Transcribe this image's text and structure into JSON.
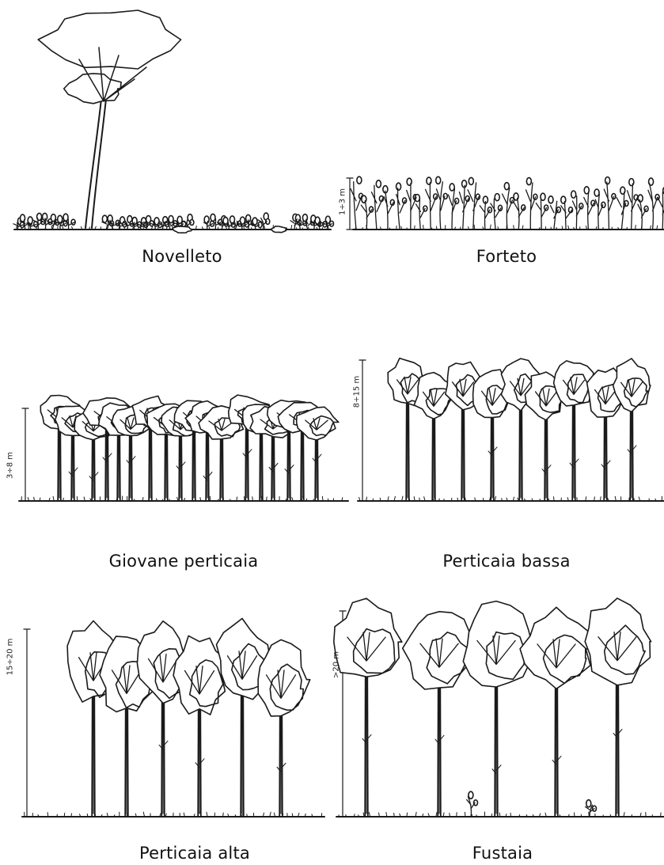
{
  "panels": [
    {
      "id": "novelleto",
      "caption": "Novelleto",
      "height_label": ""
    },
    {
      "id": "forteto",
      "caption": "Forteto",
      "height_label": "1÷3 m"
    },
    {
      "id": "giovane-perticaia",
      "caption": "Giovane perticaia",
      "height_label": "3÷8 m"
    },
    {
      "id": "perticaia-bassa",
      "caption": "Perticaia bassa",
      "height_label": "8÷15 m"
    },
    {
      "id": "perticaia-alta",
      "caption": "Perticaia alta",
      "height_label": "15÷20 m"
    },
    {
      "id": "fustaia",
      "caption": "Fustaia",
      "height_label": ">20 m"
    }
  ],
  "colors": {
    "ink": "#1a1a1a",
    "background": "#ffffff"
  }
}
